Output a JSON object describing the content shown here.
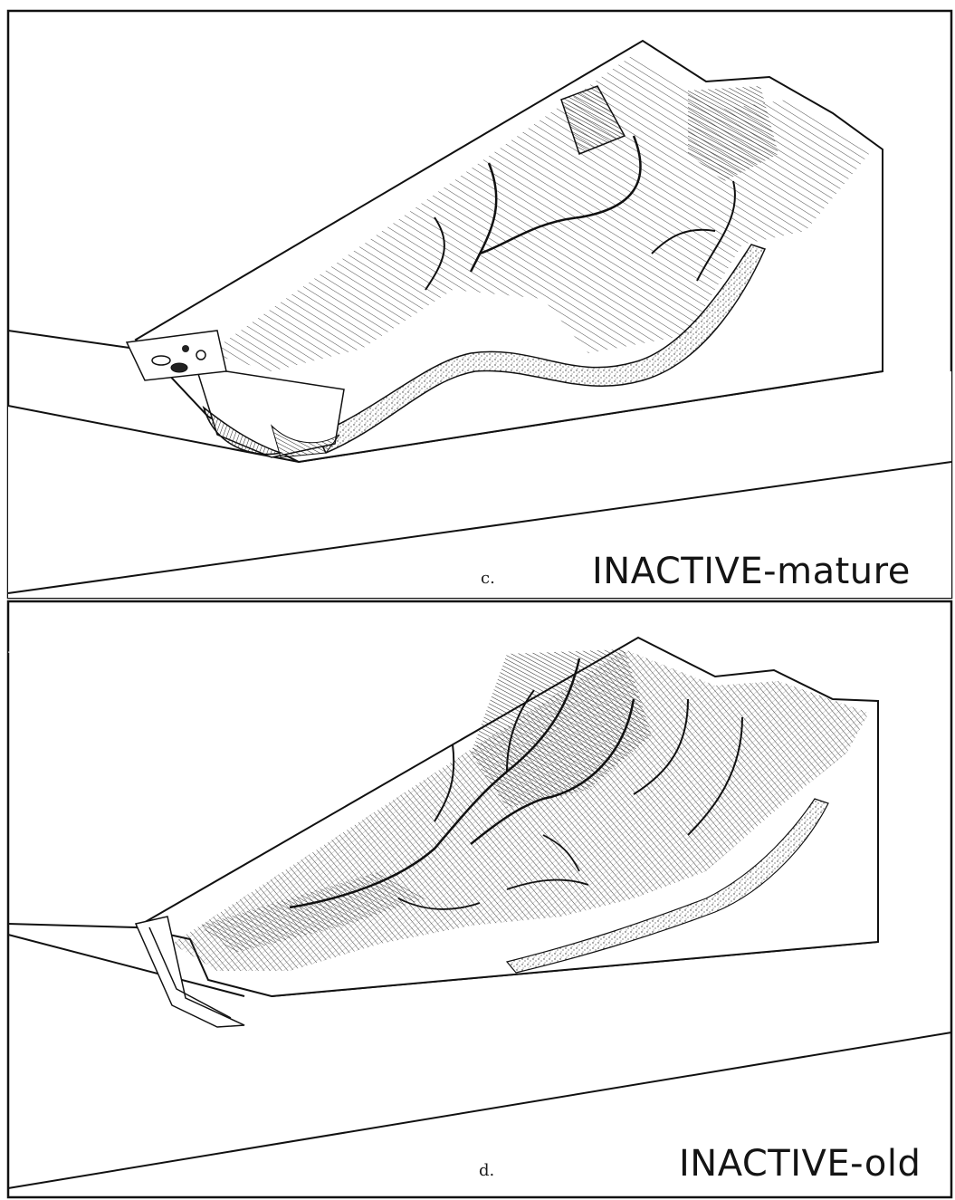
{
  "figure": {
    "panels": [
      {
        "letter": "c.",
        "caption": "INACTIVE-mature"
      },
      {
        "letter": "d.",
        "caption": "INACTIVE-old"
      }
    ]
  }
}
